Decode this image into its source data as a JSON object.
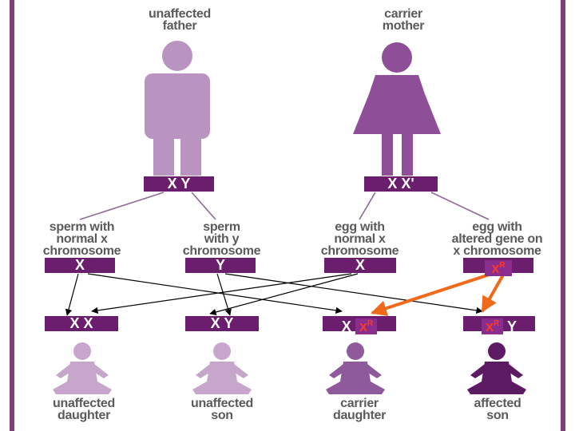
{
  "parents": {
    "father_label": "unaffected\nfather",
    "mother_label": "carrier\nmother",
    "father_genotype": "X Y",
    "mother_genotype": "X X'"
  },
  "gametes": {
    "sperm_x_label": "sperm with\nnormal x\nchromosome",
    "sperm_y_label": "sperm\nwith y\nchromosome",
    "egg_x_label": "egg with\nnormal x\nchromosome",
    "egg_xr_label": "egg with\naltered gene on\nx chromosome",
    "sperm_x": "X",
    "sperm_y": "Y",
    "egg_x": "X",
    "egg_xr": "X",
    "egg_xr_sup": "R"
  },
  "offspring": {
    "c1_genotype": "X X",
    "c2_genotype": "X Y",
    "c3_x": "X",
    "c3_xr": "X",
    "c3_sup": "R",
    "c4_xr": "X",
    "c4_sup": "R",
    "c4_y": "Y",
    "c1_label": "unaffected\ndaughter",
    "c2_label": "unaffected\nson",
    "c3_label": "carrier\ndaughter",
    "c4_label": "affected\nson"
  },
  "colors": {
    "father": "#b994c0",
    "mother": "#8e4e98",
    "bar": "#6b1e6e",
    "highlight_arrow": "#f06a1a",
    "child_light": "#c7a6cc",
    "child_mid": "#8e5a9b",
    "child_dark": "#5c1a63"
  }
}
